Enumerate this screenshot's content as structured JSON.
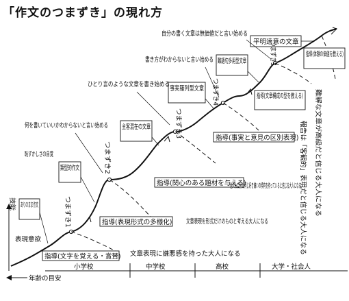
{
  "title": "「作文のつまずき」の現れ方",
  "axis": {
    "y_label": "技能",
    "x_label": "年齢の目安"
  },
  "stages": [
    "小学校",
    "中学校",
    "高校",
    "大学・社会人"
  ],
  "boxes": {
    "arinomama": "ありのまま作文",
    "ruikei": "類型的作文",
    "shukyaku": "主客混在の文章",
    "jijitsu": "事実羅列型文章",
    "nango": "難語句多用型文章",
    "heimei": "平明達意の文章"
  },
  "guidance": {
    "g1": "指導(文字を覚える・賞賛)",
    "g2": "指導(表現形式の多様化)",
    "g3": "指導(関心のある題材を与える)",
    "g4": "指導(事実と意見の区別表現)",
    "g5": "指導(文章構成の型を教える)",
    "g6": "指導(体験の価値を教える)"
  },
  "notes": {
    "hyogen_iyoku": "表現意欲",
    "haji": "恥ずかしさの自覚",
    "nani": "何を書いていいかわからないと言い始める",
    "hitori": "ひとり言のような文章を書き始める",
    "kakikata": "書き方がわからないと言い始める",
    "jibun": "自分の書く文章は無価値だと言い始める",
    "keishiki": "文章表現を形式だけのものと考える大人になる",
    "kenno": "文章表現に嫌悪感を持った大人になる",
    "tasha": "他人も自分と同じ好き嫌いの傾向を持っていると信じる大人になる",
    "hokoku": "報告は「客観的」表現だと信じる大人になる",
    "nankai": "難解な文章が高級だと信じる大人になる"
  },
  "tsumazuki": [
    "つまずき1",
    "つまずき2",
    "つまずき3",
    "つまずき4",
    "つまずき5"
  ]
}
